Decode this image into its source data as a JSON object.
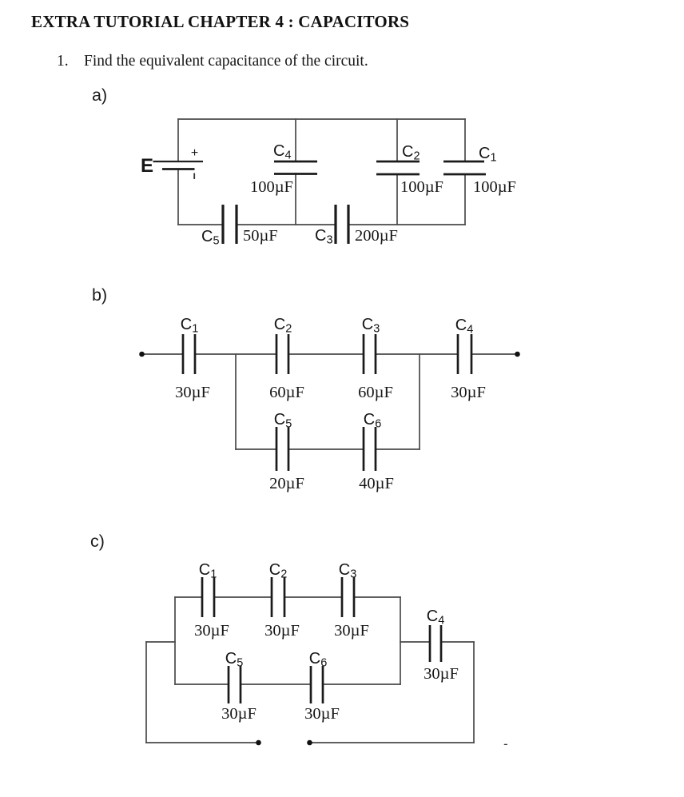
{
  "document": {
    "title": "EXTRA TUTORIAL CHAPTER 4 : CAPACITORS",
    "question": {
      "number": "1.",
      "text": "Find the equivalent capacitance of the circuit."
    }
  },
  "circuit_a": {
    "section_label": "a)",
    "battery": {
      "label": "E",
      "plus_sign": "+"
    },
    "capacitors": {
      "c1": {
        "symbol": "C",
        "sub": "1",
        "value": "100µF"
      },
      "c2": {
        "symbol": "C",
        "sub": "2",
        "value": "100µF"
      },
      "c3": {
        "symbol": "C",
        "sub": "3",
        "value": "200µF"
      },
      "c4": {
        "symbol": "C",
        "sub": "4",
        "value": "100µF"
      },
      "c5": {
        "symbol": "C",
        "sub": "5",
        "value": "50µF"
      }
    }
  },
  "circuit_b": {
    "section_label": "b)",
    "capacitors": {
      "c1": {
        "symbol": "C",
        "sub": "1",
        "value": "30µF"
      },
      "c2": {
        "symbol": "C",
        "sub": "2",
        "value": "60µF"
      },
      "c3": {
        "symbol": "C",
        "sub": "3",
        "value": "60µF"
      },
      "c4": {
        "symbol": "C",
        "sub": "4",
        "value": "30µF"
      },
      "c5": {
        "symbol": "C",
        "sub": "5",
        "value": "20µF"
      },
      "c6": {
        "symbol": "C",
        "sub": "6",
        "value": "40µF"
      }
    }
  },
  "circuit_c": {
    "section_label": "c)",
    "minus_mark": "-",
    "capacitors": {
      "c1": {
        "symbol": "C",
        "sub": "1",
        "value": "30µF"
      },
      "c2": {
        "symbol": "C",
        "sub": "2",
        "value": "30µF"
      },
      "c3": {
        "symbol": "C",
        "sub": "3",
        "value": "30µF"
      },
      "c4": {
        "symbol": "C",
        "sub": "4",
        "value": "30µF"
      },
      "c5": {
        "symbol": "C",
        "sub": "5",
        "value": "30µF"
      },
      "c6": {
        "symbol": "C",
        "sub": "6",
        "value": "30µF"
      }
    }
  },
  "colors": {
    "background": "#ffffff",
    "wire": "#4a4a4a",
    "plate": "#1b1b1b",
    "ink": "#151515"
  }
}
